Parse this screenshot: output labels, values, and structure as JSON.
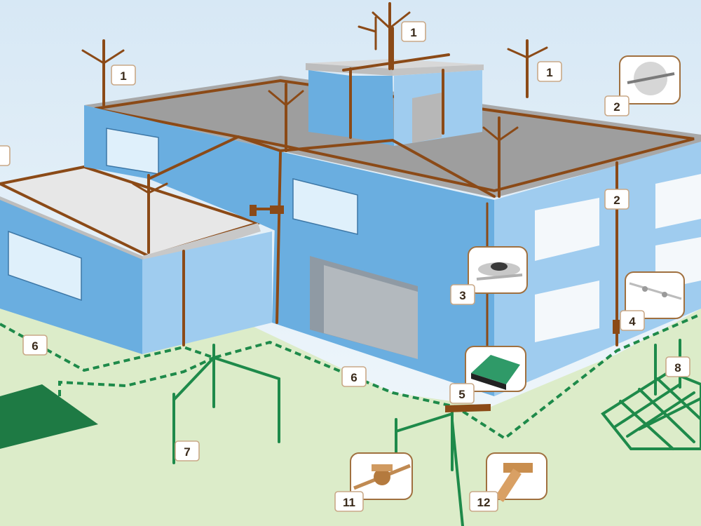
{
  "labels": [
    {
      "id": "air-terminal-left",
      "text": "1"
    },
    {
      "id": "air-terminal-top",
      "text": "1"
    },
    {
      "id": "air-terminal-right",
      "text": "1"
    },
    {
      "id": "clip-photo",
      "text": "2"
    },
    {
      "id": "down-conductor",
      "text": "2"
    },
    {
      "id": "fixing-clip",
      "text": "3"
    },
    {
      "id": "test-joint",
      "text": "4"
    },
    {
      "id": "inspection-pit",
      "text": "5"
    },
    {
      "id": "earth-loop-left",
      "text": "6"
    },
    {
      "id": "earth-loop-front",
      "text": "6"
    },
    {
      "id": "earth-rods",
      "text": "7"
    },
    {
      "id": "earth-mesh",
      "text": "8"
    },
    {
      "id": "clamp-11",
      "text": "11"
    },
    {
      "id": "clamp-12",
      "text": "12"
    }
  ],
  "colors": {
    "sky": "#eaf3f9",
    "ground": "#dcecc9",
    "wall_front": "#6aaee0",
    "wall_side": "#9fccef",
    "roof": "#a9a9a9",
    "conductor": "#8b4a17",
    "earthing": "#1e8a4a",
    "label_border": "#c9a887"
  }
}
